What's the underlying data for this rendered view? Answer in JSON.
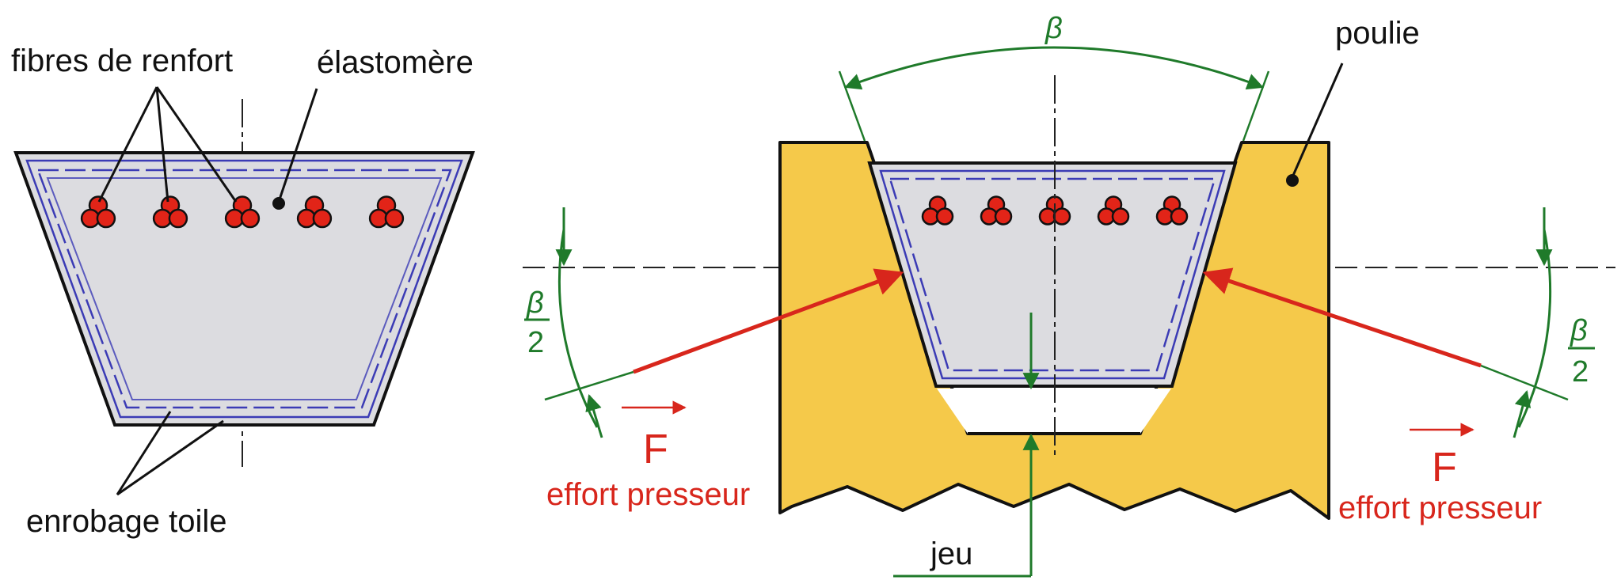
{
  "left_diagram": {
    "label_fibres": "fibres de renfort",
    "label_elastomere": "élastomère",
    "label_enrobage": "enrobage toile",
    "fibre_count": 5
  },
  "right_diagram": {
    "label_poulie": "poulie",
    "label_beta": "β",
    "label_beta_half_num": "β",
    "label_beta_half_den": "2",
    "label_force": "F",
    "label_effort": "effort presseur",
    "label_jeu": "jeu",
    "fibre_count": 5
  },
  "colors": {
    "belt_fill": "#dcdce0",
    "belt_outline": "#111111",
    "fabric_line": "#3b3bb5",
    "fibre_red": "#e22418",
    "pulley_fill": "#f5c94a",
    "arrow_red": "#d8261c",
    "green": "#1f7a2a",
    "axis_line": "#222222"
  }
}
